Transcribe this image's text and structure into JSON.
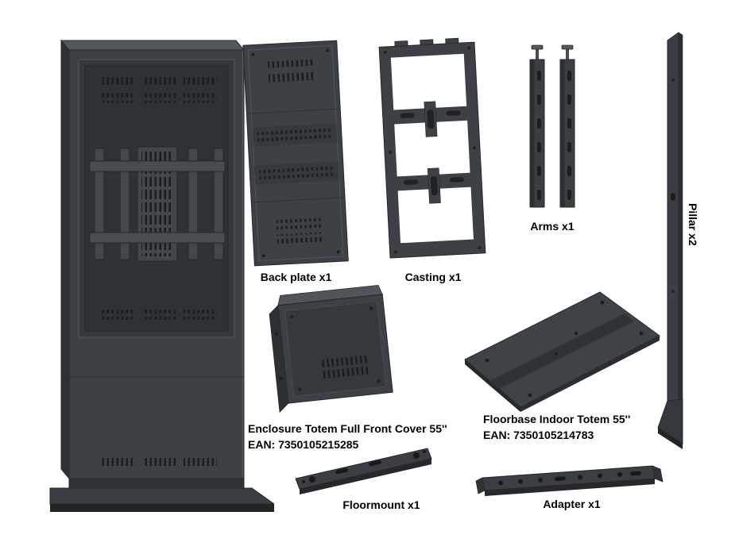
{
  "diagram": {
    "type": "product-parts-overview",
    "background": "#ffffff",
    "colors": {
      "part_body": "#3d4044",
      "part_side": "#2e3134",
      "part_recess": "#2f3235",
      "part_edge": "#26282a",
      "hole": "#1b1d1f",
      "label_text": "#000000"
    },
    "parts": [
      {
        "id": "totem",
        "description": "assembled floor totem enclosure",
        "label": ""
      },
      {
        "id": "back_plate",
        "label": "Back plate x1"
      },
      {
        "id": "casting",
        "label": "Casting x1"
      },
      {
        "id": "arms",
        "label": "Arms x1"
      },
      {
        "id": "pillar",
        "label": "Pillar x2"
      },
      {
        "id": "front_cover",
        "label_line1": "Enclosure Totem Full Front Cover 55''",
        "label_line2": "EAN: 7350105215285"
      },
      {
        "id": "floorbase",
        "label_line1": "Floorbase Indoor Totem 55''",
        "label_line2": "EAN: 7350105214783"
      },
      {
        "id": "floormount",
        "label": "Floormount x1"
      },
      {
        "id": "adapter",
        "label": "Adapter x1"
      }
    ]
  }
}
